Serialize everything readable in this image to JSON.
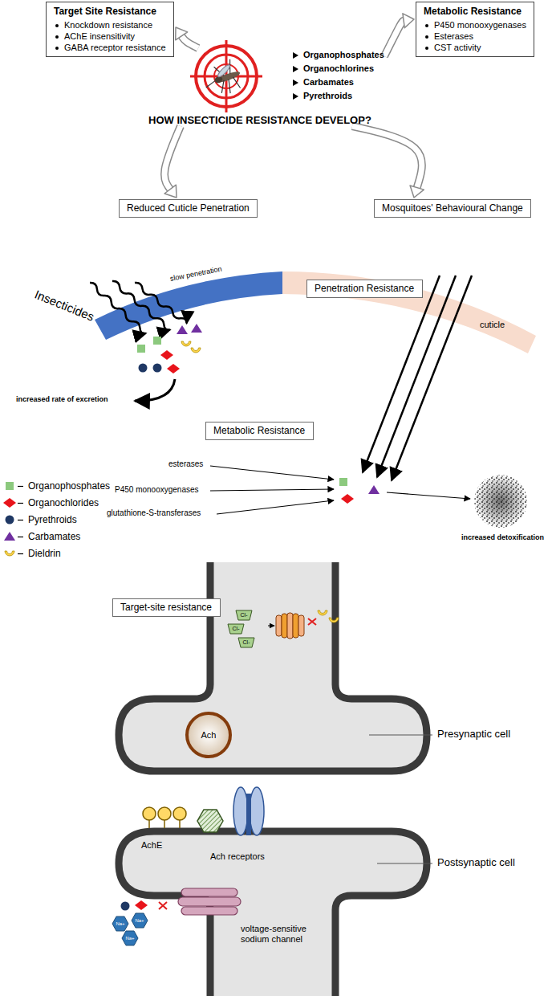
{
  "diagram": {
    "nodes": [
      {
        "text": [
          "Target Site Resistance",
          "Knockdown resistance",
          "AChE insensitivity",
          "GABA receptor resistance"
        ]
      },
      {
        "text": [
          "Metabolic Resistance",
          "P450 monooxygenases",
          "Esterases",
          "CST activity"
        ]
      },
      {
        "text": [
          "Reduced Cuticle Penetration"
        ]
      },
      {
        "text": [
          "Mosquitoes' Behavioural Change"
        ]
      },
      {
        "text": [
          "Organophosphates",
          "Organochlorines",
          "Carbamates",
          "Pyrethroids",
          "HOW INSECTICIDE RESISTANCE DEVELOP?"
        ]
      },
      {
        "text": [
          "Penetration Resistance"
        ]
      },
      {
        "text": [
          "Metabolic Resistance"
        ]
      },
      {
        "text": [
          "Target-site resistance"
        ]
      }
    ],
    "edges": [
      {
        "from": 4,
        "to": 0,
        "arrow": "to"
      },
      {
        "from": 4,
        "to": 1,
        "arrow": "to"
      },
      {
        "from": 4,
        "to": 2,
        "arrow": "to"
      },
      {
        "from": 4,
        "to": 3,
        "arrow": "to"
      }
    ],
    "labels": [
      "Insecticides",
      "slow penetration",
      "cuticle",
      "increased rate of excretion",
      "esterases",
      "P450 monooxygenases",
      "glutathione-S-transferases",
      "increased detoxification",
      "Cl-",
      "Cl-",
      "Cl-",
      "Ach",
      "Presynaptic cell",
      "AchE",
      "Ach receptors",
      "Postsynaptic cell",
      "Na+",
      "Na+",
      "Na+",
      "voltage-sensitive sodium channel"
    ],
    "legend": [
      {
        "text": "Organophosphates"
      },
      {
        "text": "Organochlorides"
      },
      {
        "text": "Pyrethroids"
      },
      {
        "text": "Carbamates"
      },
      {
        "text": "Dieldrin"
      }
    ]
  }
}
